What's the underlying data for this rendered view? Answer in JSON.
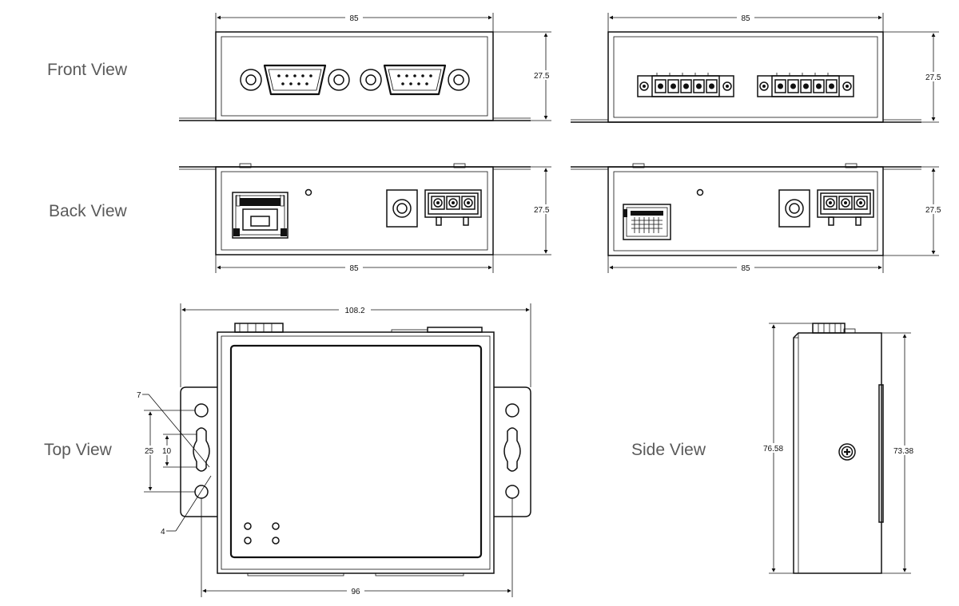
{
  "labels": {
    "front_view": "Front View",
    "back_view": "Back View",
    "top_view": "Top View",
    "side_view": "Side View"
  },
  "dimensions": {
    "front_left_width": "85",
    "front_left_height": "27.5",
    "front_right_width": "85",
    "front_right_height": "27.5",
    "back_left_width": "85",
    "back_left_height": "27.5",
    "back_right_width": "85",
    "back_right_height": "27.5",
    "top_overall_width": "108.2",
    "top_hole_spacing": "96",
    "top_slot_pitch": "25",
    "top_slot_length": "10",
    "top_hole_diameter_large": "7",
    "top_hole_diameter_small": "4",
    "side_overall_height": "76.58",
    "side_body_height": "73.38"
  },
  "colors": {
    "line": "#111111",
    "label": "#5a5a5a",
    "background": "#ffffff"
  }
}
